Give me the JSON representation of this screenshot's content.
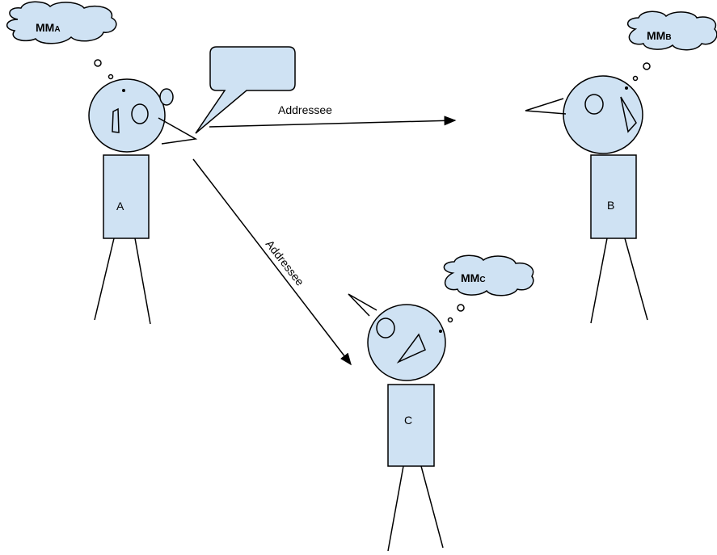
{
  "persons": {
    "a": {
      "label": "A",
      "model": "MM",
      "model_sub": "A"
    },
    "b": {
      "label": "B",
      "model": "MM",
      "model_sub": "B"
    },
    "c": {
      "label": "C",
      "model": "MM",
      "model_sub": "C"
    }
  },
  "edges": {
    "a_to_b": "Addressee",
    "a_to_c": "Addressee"
  },
  "colors": {
    "fill": "#cfe2f3",
    "stroke": "#000000"
  }
}
